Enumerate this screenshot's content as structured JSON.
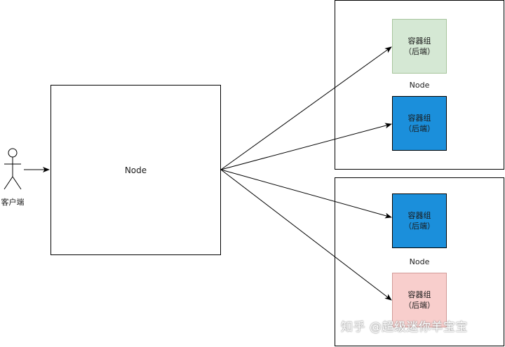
{
  "client": {
    "label": "客户端"
  },
  "main_node": {
    "label": "Node"
  },
  "top_node": {
    "label": "Node",
    "pods": [
      {
        "line1": "容器组",
        "line2": "（后端）",
        "color": "#d5e8d4"
      },
      {
        "line1": "容器组",
        "line2": "（后端）",
        "color": "#1b8fdb"
      }
    ]
  },
  "bottom_node": {
    "label": "Node",
    "pods": [
      {
        "line1": "容器组",
        "line2": "（后端）",
        "color": "#1b8fdb"
      },
      {
        "line1": "容器组",
        "line2": "（后端）",
        "color": "#f8cecc"
      }
    ]
  },
  "watermark": "知乎 @超级迷你羊宝宝"
}
